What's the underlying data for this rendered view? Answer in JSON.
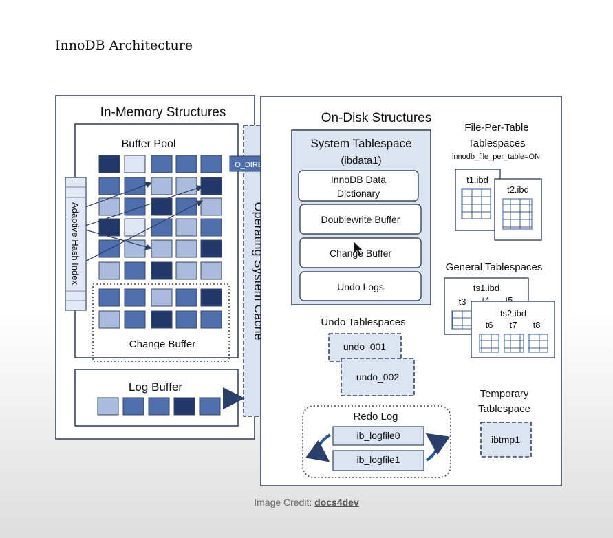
{
  "page": {
    "title": "InnoDB Architecture",
    "credit_prefix": "Image Credit:",
    "credit_link": "docs4dev"
  },
  "diagram": {
    "in_memory": {
      "title": "In-Memory Structures",
      "buffer_pool": "Buffer Pool",
      "adaptive_hash_index": "Adaptive Hash Index",
      "change_buffer": "Change Buffer",
      "log_buffer": "Log Buffer"
    },
    "os_cache": "Operating System Cache",
    "o_direct": "O_DIRECT",
    "on_disk": {
      "title": "On-Disk Structures",
      "system_tablespace": {
        "title": "System Tablespace",
        "file": "(ibdata1)",
        "data_dictionary": [
          "InnoDB Data",
          "Dictionary"
        ],
        "doublewrite": "Doublewrite Buffer",
        "change_buffer": "Change Buffer",
        "undo_logs": "Undo Logs"
      },
      "file_per_table": {
        "title": [
          "File-Per-Table",
          "Tablespaces"
        ],
        "setting": "innodb_file_per_table=ON",
        "files": [
          "t1.ibd",
          "t2.ibd"
        ]
      },
      "general_tablespaces": {
        "title": "General Tablespaces",
        "ts1": {
          "name": "ts1.ibd",
          "tables": [
            "t3",
            "t4",
            "t5"
          ]
        },
        "ts2": {
          "name": "ts2.ibd",
          "tables": [
            "t6",
            "t7",
            "t8"
          ]
        }
      },
      "undo_tablespaces": {
        "title": "Undo Tablespaces",
        "files": [
          "undo_001",
          "undo_002"
        ]
      },
      "redo_log": {
        "title": "Redo Log",
        "files": [
          "ib_logfile0",
          "ib_logfile1"
        ]
      },
      "temporary_tablespace": {
        "title": [
          "Temporary",
          "Tablespace"
        ],
        "file": "ibtmp1"
      }
    }
  },
  "colors": {
    "dark": "#23386a",
    "medium": "#4f6fac",
    "light": "#a9bbdc",
    "pale": "#dfe6f3",
    "panel": "#dce4f1",
    "border": "#3a4660"
  }
}
